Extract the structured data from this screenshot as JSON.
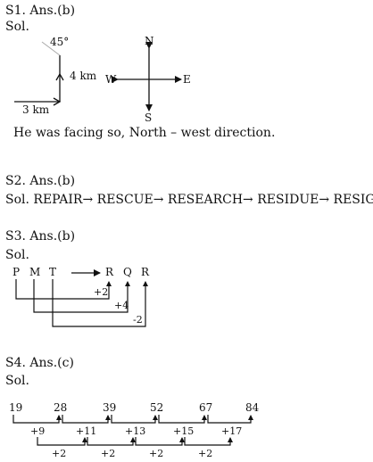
{
  "q1": {
    "heading": "S1. Ans.(b)",
    "sol": "Sol.",
    "angle_label": "45°",
    "north_leg_label": "4 km",
    "east_leg_label": "3 km",
    "compass": {
      "n": "N",
      "s": "S",
      "e": "E",
      "w": "W"
    },
    "answer_text": "He was facing so, North – west direction."
  },
  "q2": {
    "heading": "S2. Ans.(b)",
    "sol_line": "Sol. REPAIR→ RESCUE→  RESEARCH→  RESIDUE→  RESIGN"
  },
  "q3": {
    "heading": "S3. Ans.(b)",
    "sol": "Sol.",
    "source_letters": [
      "P",
      "M",
      "T"
    ],
    "target_letters": [
      "R",
      "Q",
      "R"
    ],
    "shift_labels": [
      "+2",
      "+4",
      "-2"
    ]
  },
  "q4": {
    "heading": "S4. Ans.(c)",
    "sol": "Sol.",
    "series": [
      "19",
      "28",
      "39",
      "52",
      "67",
      "84"
    ],
    "first_diffs": [
      "+9",
      "+11",
      "+13",
      "+15",
      "+17"
    ],
    "second_diffs": [
      "+2",
      "+2",
      "+2",
      "+2"
    ]
  }
}
